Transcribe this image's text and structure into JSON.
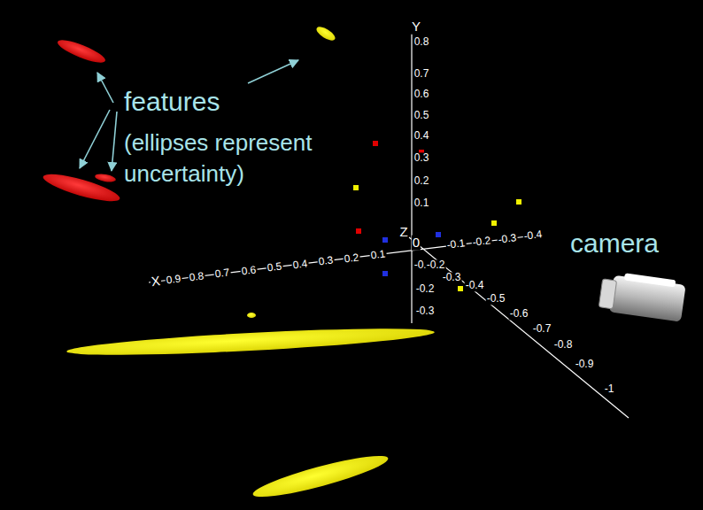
{
  "diagram": {
    "labels": [
      "Y",
      "0.8",
      "0.7",
      "0.6",
      "0.5",
      "0.4",
      "0.3",
      "0.2",
      "0.1",
      "-0.1",
      "-0.2",
      "-0.3",
      "X",
      "0.9",
      "0.8",
      "0.7",
      "0.6",
      "0.5",
      "0.4",
      "0.3",
      "0.2",
      "0.1",
      "-0.1",
      "-0.2",
      "-0.3",
      "-0.4",
      "Z",
      "0",
      "-0.2",
      "-0.3",
      "-0.4",
      "-0.5",
      "-0.6",
      "-0.7",
      "-0.8",
      "-0.9",
      "-1",
      "features",
      "(ellipses represent uncertainty)",
      "camera"
    ]
  }
}
